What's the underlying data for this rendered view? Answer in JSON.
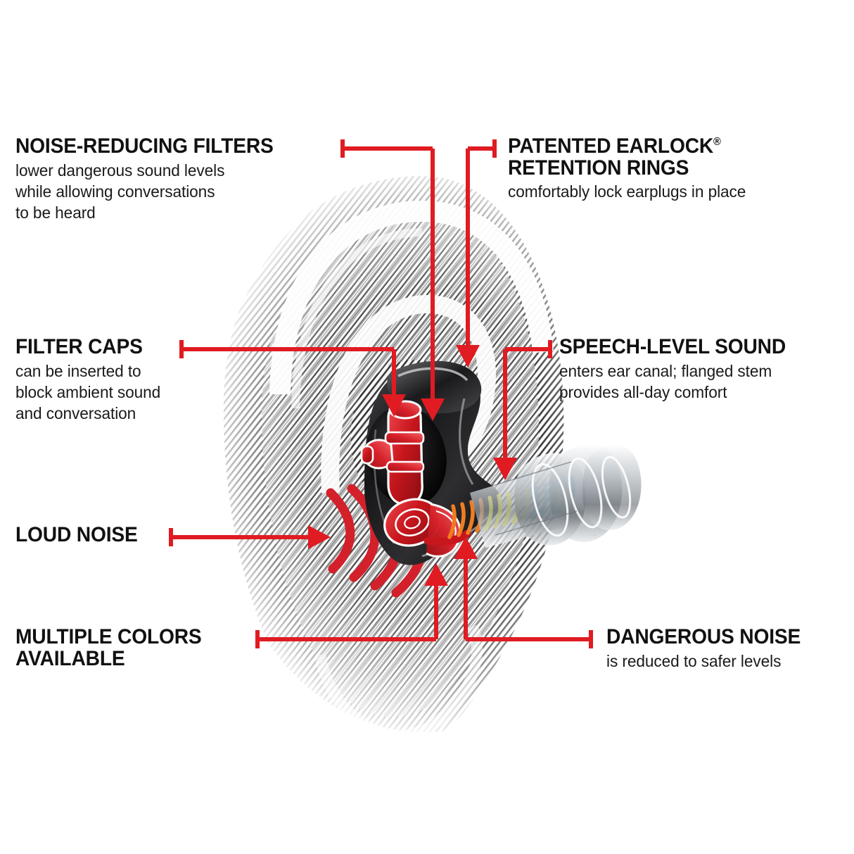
{
  "diagram": {
    "title": "Earplug anatomy infographic",
    "subject": "high-definition filtered earplug shown inside a sketched human ear",
    "background_color": "#ffffff",
    "accent_color": "#E01B22",
    "text_color": "#111111"
  },
  "callouts": [
    {
      "id": "noise-reducing-filters",
      "heading": "NOISE-REDUCING FILTERS",
      "body": "lower dangerous sound levels\nwhile allowing conversations\nto be heard",
      "side": "left"
    },
    {
      "id": "patented-earlock-retention-rings",
      "heading_line1": "PATENTED EARLOCK",
      "heading_mark": "®",
      "heading_line2": "RETENTION RINGS",
      "body": "comfortably lock earplugs in place",
      "side": "right"
    },
    {
      "id": "filter-caps",
      "heading": "FILTER CAPS",
      "body": "can be inserted to\nblock ambient sound\nand conversation",
      "side": "left"
    },
    {
      "id": "speech-level-sound",
      "heading": "SPEECH-LEVEL SOUND",
      "body": "enters ear canal; flanged stem\nprovides all-day comfort",
      "side": "right"
    },
    {
      "id": "loud-noise",
      "heading": "LOUD NOISE",
      "body": "",
      "side": "left"
    },
    {
      "id": "multiple-colors-available",
      "heading_line1": "MULTIPLE COLORS",
      "heading_line2": "AVAILABLE",
      "body": "",
      "side": "left"
    },
    {
      "id": "dangerous-noise",
      "heading": "DANGEROUS NOISE",
      "body": "is reduced to safer levels",
      "side": "right"
    }
  ],
  "labels": {
    "filters_heading": "NOISE-REDUCING FILTERS",
    "filters_body_1": "lower dangerous sound levels",
    "filters_body_2": "while allowing conversations",
    "filters_body_3": "to be heard",
    "earlock_heading_1": "PATENTED EARLOCK",
    "earlock_mark": "®",
    "earlock_heading_2": "RETENTION RINGS",
    "earlock_body_1": "comfortably lock earplugs in place",
    "caps_heading": "FILTER CAPS",
    "caps_body_1": "can be inserted to",
    "caps_body_2": "block ambient sound",
    "caps_body_3": "and conversation",
    "speech_heading": "SPEECH-LEVEL SOUND",
    "speech_body_1": "enters ear canal; flanged stem",
    "speech_body_2": "provides all-day comfort",
    "loud_heading": "LOUD NOISE",
    "colors_heading_1": "MULTIPLE COLORS",
    "colors_heading_2": "AVAILABLE",
    "danger_heading": "DANGEROUS NOISE",
    "danger_body_1": "is reduced to safer levels"
  },
  "artwork": {
    "ear_style": "diagonal hatched pencil sketch, greyscale",
    "earplug_body_color": "#1b1b1b",
    "filter_color": "#C8161D",
    "stem_color": "#b9c0c6",
    "soundwave_colors": [
      "#F07D20",
      "#F2E41B",
      "#2EA9E0"
    ],
    "noise_arc_color": "#D3202A",
    "noise_arc_count": 4,
    "leader_color": "#E01B22"
  }
}
